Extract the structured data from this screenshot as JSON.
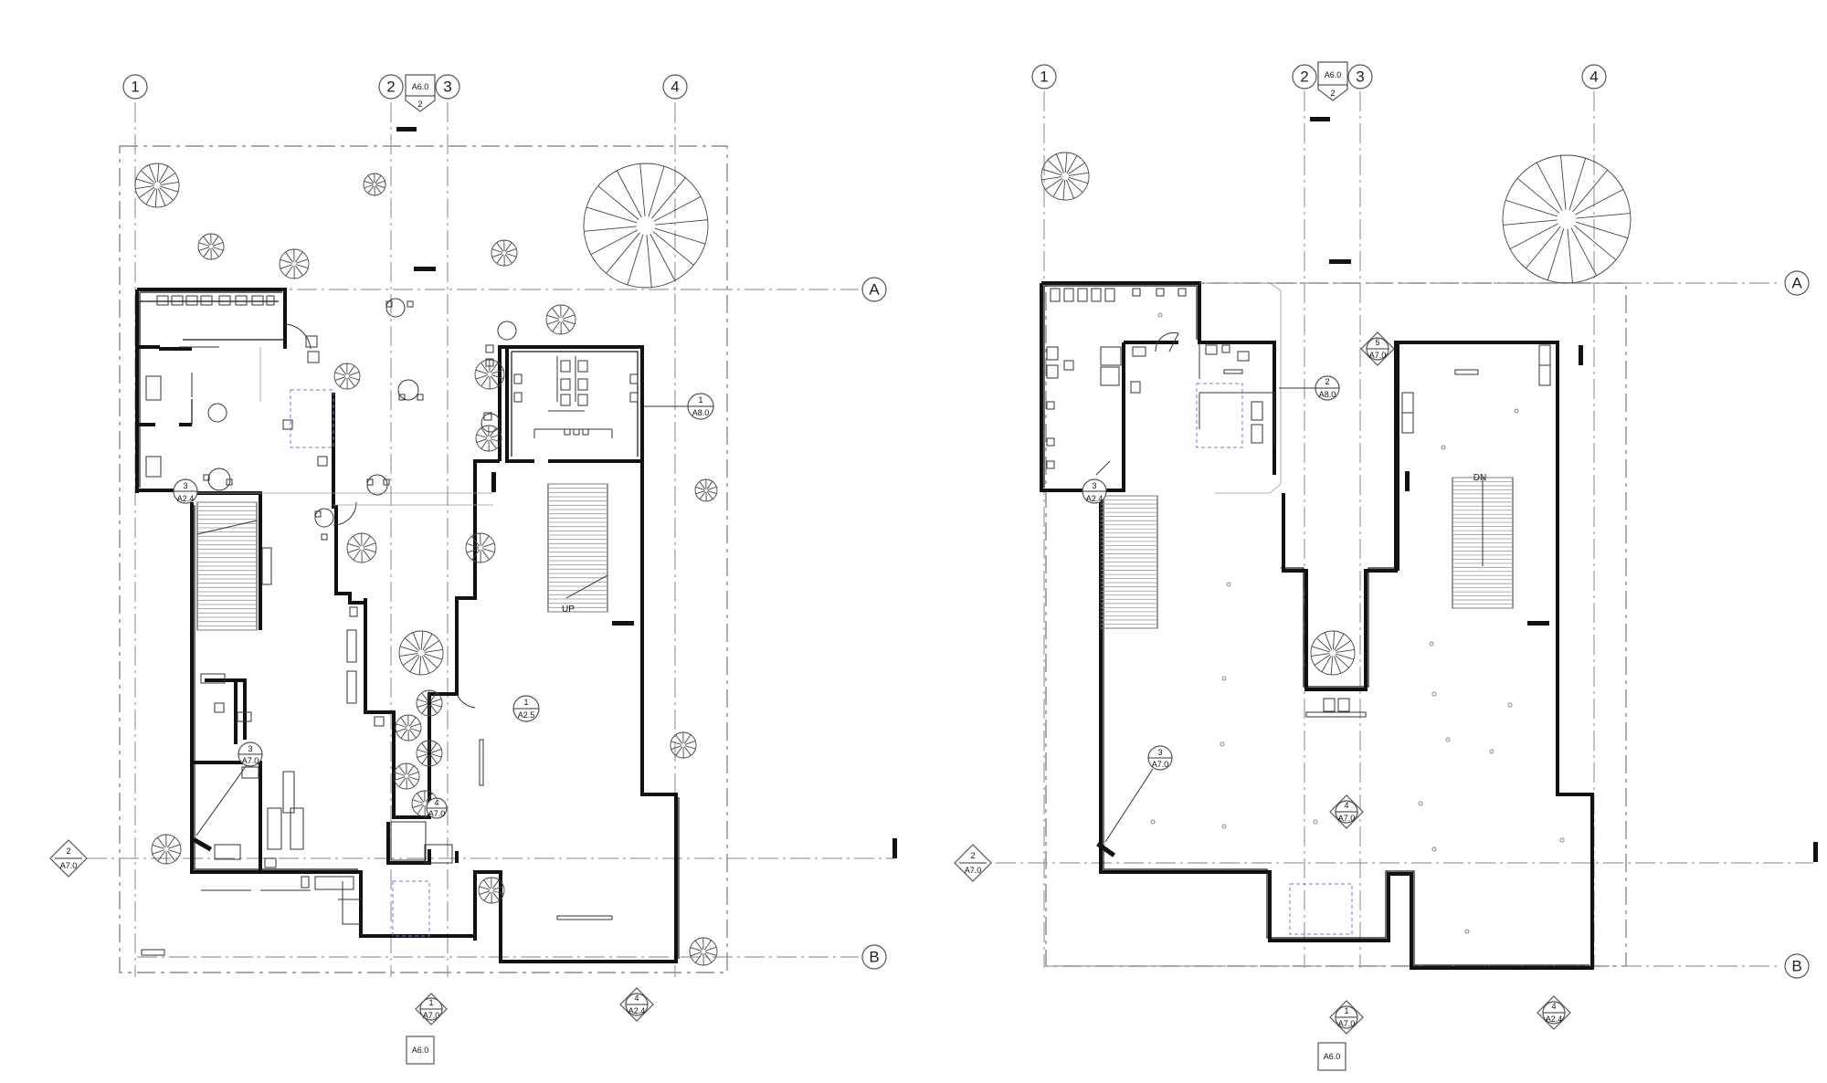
{
  "plans": [
    {
      "grid_columns": [
        "1",
        "2",
        "3",
        "4"
      ],
      "grid_rows": [
        "A",
        "B"
      ],
      "section_top": {
        "top": "A6.0",
        "bottom": "2"
      },
      "callouts": [
        {
          "top": "2",
          "bottom": "A7.0"
        },
        {
          "top": "1",
          "bottom": "A8.0"
        },
        {
          "top": "3",
          "bottom": "A2.4"
        },
        {
          "top": "1",
          "bottom": "A2.5"
        },
        {
          "top": "3",
          "bottom": "A7.0"
        },
        {
          "top": "4",
          "bottom": "A7.0"
        },
        {
          "top": "1",
          "bottom": "A7.0"
        },
        {
          "top": "4",
          "bottom": "A2.4"
        }
      ],
      "bottom_tag": "A6.0",
      "stair_label": "UP"
    },
    {
      "grid_columns": [
        "1",
        "2",
        "3",
        "4"
      ],
      "grid_rows": [
        "A",
        "B"
      ],
      "section_top": {
        "top": "A6.0",
        "bottom": "2"
      },
      "callouts": [
        {
          "top": "2",
          "bottom": "A7.0"
        },
        {
          "top": "5",
          "bottom": "A7.0"
        },
        {
          "top": "2",
          "bottom": "A8.0"
        },
        {
          "top": "3",
          "bottom": "A2.4"
        },
        {
          "top": "3",
          "bottom": "A7.0"
        },
        {
          "top": "4",
          "bottom": "A7.0"
        },
        {
          "top": "1",
          "bottom": "A7.0"
        },
        {
          "top": "4",
          "bottom": "A2.4"
        }
      ],
      "bottom_tag": "A6.0",
      "stair_label": "DN"
    }
  ]
}
